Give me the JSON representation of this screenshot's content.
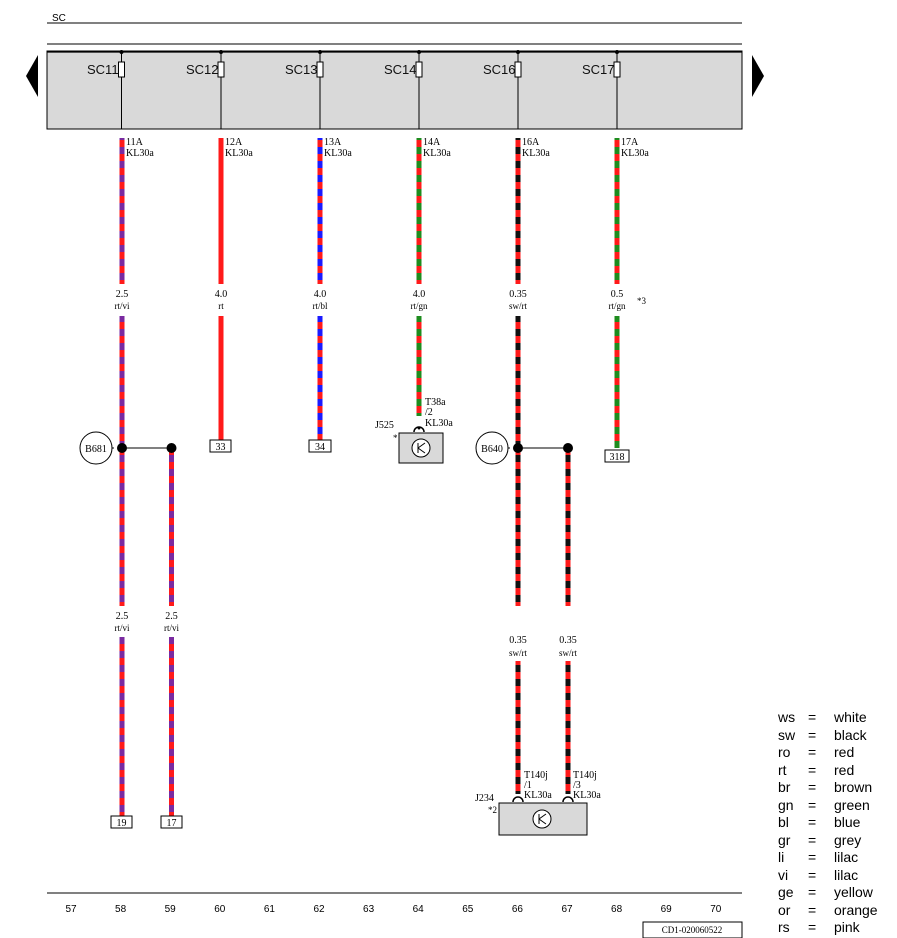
{
  "header": {
    "bus_label": "SC"
  },
  "fuses": [
    {
      "label": "SC11",
      "pin": "11A",
      "terminal": "KL30a"
    },
    {
      "label": "SC12",
      "pin": "12A",
      "terminal": "KL30a"
    },
    {
      "label": "SC13",
      "pin": "13A",
      "terminal": "KL30a"
    },
    {
      "label": "SC14",
      "pin": "14A",
      "terminal": "KL30a"
    },
    {
      "label": "SC16",
      "pin": "16A",
      "terminal": "KL30a"
    },
    {
      "label": "SC17",
      "pin": "17A",
      "terminal": "KL30a"
    }
  ],
  "wire_specs": [
    {
      "size": "2.5",
      "color": "rt/vi"
    },
    {
      "size": "4.0",
      "color": "rt"
    },
    {
      "size": "4.0",
      "color": "rt/bl"
    },
    {
      "size": "4.0",
      "color": "rt/gn"
    },
    {
      "size": "0.35",
      "color": "sw/rt"
    },
    {
      "size": "0.5",
      "color": "rt/gn"
    },
    {
      "size": "2.5",
      "color": "rt/vi"
    },
    {
      "size": "2.5",
      "color": "rt/vi"
    },
    {
      "size": "0.35",
      "color": "sw/rt"
    },
    {
      "size": "0.35",
      "color": "sw/rt"
    }
  ],
  "footnote_marks": {
    "f3": "*3",
    "j525": "*",
    "j234": "*2"
  },
  "splices": {
    "b681": "B681",
    "b640": "B640"
  },
  "connectors": [
    {
      "line1": "T38a",
      "line2": "/2",
      "line3": "KL30a"
    },
    {
      "line1": "T140j",
      "line2": "/1",
      "line3": "KL30a"
    },
    {
      "line1": "T140j",
      "line2": "/3",
      "line3": "KL30a"
    }
  ],
  "components": {
    "j525": "J525",
    "j234": "J234"
  },
  "terminals": [
    "33",
    "34",
    "318",
    "19",
    "17"
  ],
  "grid_numbers": [
    "57",
    "58",
    "59",
    "60",
    "61",
    "62",
    "63",
    "64",
    "65",
    "66",
    "67",
    "68",
    "69",
    "70"
  ],
  "doc_code": "CD1-020060522",
  "legend": [
    {
      "code": "ws",
      "eq": "=",
      "name": "white"
    },
    {
      "code": "sw",
      "eq": "=",
      "name": "black"
    },
    {
      "code": "ro",
      "eq": "=",
      "name": "red"
    },
    {
      "code": "rt",
      "eq": "=",
      "name": "red"
    },
    {
      "code": "br",
      "eq": "=",
      "name": "brown"
    },
    {
      "code": "gn",
      "eq": "=",
      "name": "green"
    },
    {
      "code": "bl",
      "eq": "=",
      "name": "blue"
    },
    {
      "code": "gr",
      "eq": "=",
      "name": "grey"
    },
    {
      "code": "li",
      "eq": "=",
      "name": "lilac"
    },
    {
      "code": "vi",
      "eq": "=",
      "name": "lilac"
    },
    {
      "code": "ge",
      "eq": "=",
      "name": "yellow"
    },
    {
      "code": "or",
      "eq": "=",
      "name": "orange"
    },
    {
      "code": "rs",
      "eq": "=",
      "name": "pink"
    }
  ],
  "colors": {
    "red": "#ff1a1a",
    "lilac": "#7a2aa0",
    "blue": "#1a1aff",
    "green": "#1e8c1e",
    "black": "#111111",
    "panel": "#d9d9d9"
  }
}
